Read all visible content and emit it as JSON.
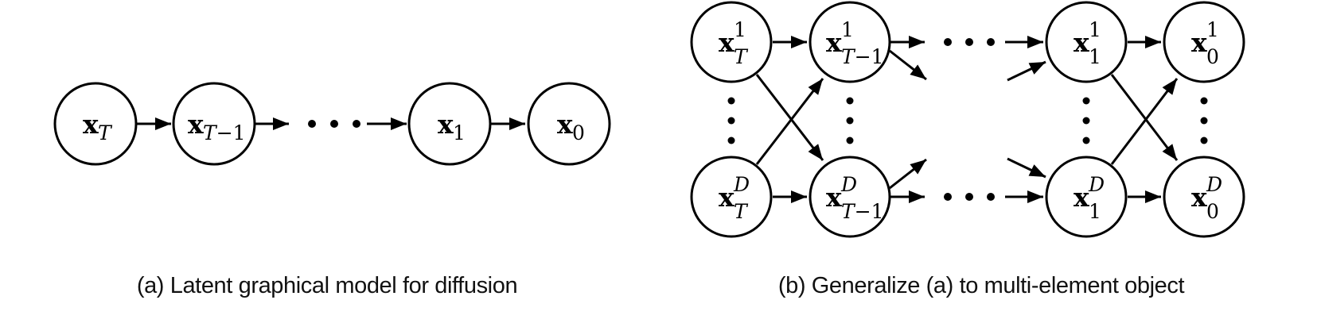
{
  "colors": {
    "background": "#ffffff",
    "stroke": "#000000",
    "node_fill": "#ffffff",
    "shaded_fill": "#d3d3d3",
    "caption_text": "#111111"
  },
  "panel_a": {
    "caption": "(a) Latent graphical model for diffusion",
    "nodes": [
      {
        "base": "x",
        "sub_it": "T",
        "shaded": false
      },
      {
        "base": "x",
        "sub_it": "T",
        "sub_rm": "−1",
        "shaded": false
      },
      {
        "base": "x",
        "sub_rm": "1",
        "shaded": false
      },
      {
        "base": "x",
        "sub_rm": "0",
        "shaded": true
      }
    ]
  },
  "panel_b": {
    "caption": "(b) Generalize (a) to multi-element object",
    "row1": [
      {
        "base": "x",
        "sup_rm": "1",
        "sub_it": "T",
        "shaded": false
      },
      {
        "base": "x",
        "sup_rm": "1",
        "sub_it": "T",
        "sub_rm": "−1",
        "shaded": false
      },
      {
        "base": "x",
        "sup_rm": "1",
        "sub_rm": "1",
        "shaded": false
      },
      {
        "base": "x",
        "sup_rm": "1",
        "sub_rm": "0",
        "shaded": true
      }
    ],
    "row2": [
      {
        "base": "x",
        "sup_it": "D",
        "sub_it": "T",
        "shaded": false
      },
      {
        "base": "x",
        "sup_it": "D",
        "sub_it": "T",
        "sub_rm": "−1",
        "shaded": false
      },
      {
        "base": "x",
        "sup_it": "D",
        "sub_rm": "1",
        "shaded": false
      },
      {
        "base": "x",
        "sup_it": "D",
        "sub_rm": "0",
        "shaded": true
      }
    ]
  }
}
